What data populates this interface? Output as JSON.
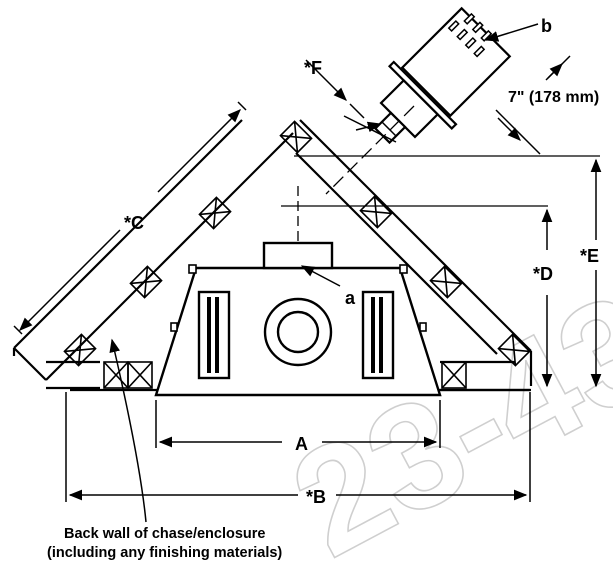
{
  "labels": {
    "a": "a",
    "b": "b",
    "dim_a": "A",
    "dim_b": "*B",
    "dim_c": "*C",
    "dim_d": "*D",
    "dim_e": "*E",
    "dim_f": "*F",
    "clearance": "7\" (178 mm)",
    "caption_line1": "Back wall of chase/enclosure",
    "caption_line2": "(including any finishing materials)"
  },
  "watermark": "23-43"
}
